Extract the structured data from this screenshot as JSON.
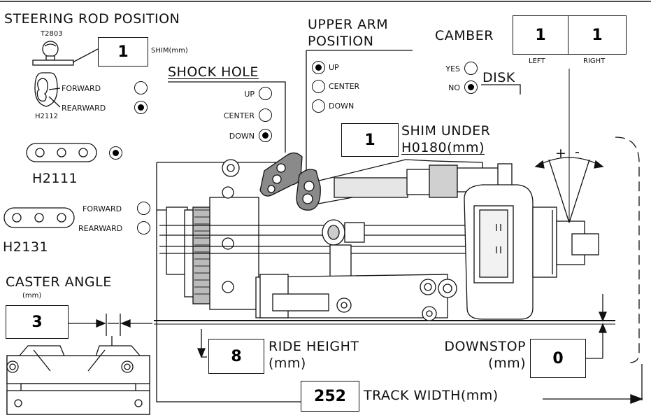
{
  "steering_rod": {
    "title": "STEERING ROD POSITION",
    "part_top": "T2803",
    "part_bottom": "H2112",
    "shim_value": "1",
    "shim_unit": "SHIM(mm)",
    "options": [
      {
        "label": "FORWARD",
        "selected": false
      },
      {
        "label": "REARWARD",
        "selected": true
      }
    ]
  },
  "shock_hole": {
    "title": "SHOCK HOLE",
    "options": [
      {
        "label": "UP",
        "selected": false
      },
      {
        "label": "CENTER",
        "selected": false
      },
      {
        "label": "DOWN",
        "selected": true
      }
    ]
  },
  "upper_arm": {
    "title_line1": "UPPER ARM",
    "title_line2": "POSITION",
    "options": [
      {
        "label": "UP",
        "selected": true
      },
      {
        "label": "CENTER",
        "selected": false
      },
      {
        "label": "DOWN",
        "selected": false
      }
    ]
  },
  "camber": {
    "title": "CAMBER",
    "left_value": "1",
    "right_value": "1",
    "left_label": "LEFT",
    "right_label": "RIGHT"
  },
  "disk": {
    "title": "DISK",
    "options": [
      {
        "label": "YES",
        "selected": false
      },
      {
        "label": "NO",
        "selected": true
      }
    ]
  },
  "shim_under": {
    "value": "1",
    "label_line1": "SHIM UNDER",
    "label_line2": "H0180(mm)"
  },
  "h2111": {
    "name": "H2111",
    "selected": true
  },
  "h2131": {
    "name": "H2131",
    "options": [
      {
        "label": "FORWARD",
        "selected": false
      },
      {
        "label": "REARWARD",
        "selected": false
      }
    ]
  },
  "caster": {
    "title": "CASTER ANGLE",
    "unit": "(mm)",
    "value": "3"
  },
  "ride_height": {
    "value": "8",
    "label_line1": "RIDE HEIGHT",
    "label_line2": "(mm)"
  },
  "downstop": {
    "value": "0",
    "label_line1": "DOWNSTOP",
    "label_line2": "(mm)"
  },
  "track_width": {
    "value": "252",
    "label": "TRACK WIDTH(mm)"
  },
  "camber_signs": {
    "plus": "+",
    "minus": "-"
  },
  "colors": {
    "line": "#111111",
    "part_fill": "#8a8a8a",
    "part_light": "#d9d9d9",
    "background": "#ffffff"
  }
}
